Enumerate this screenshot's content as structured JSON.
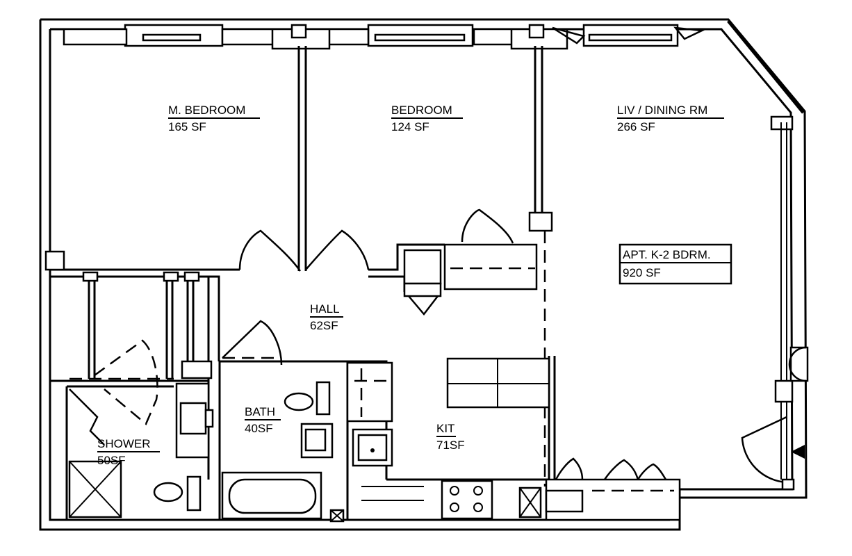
{
  "plan": {
    "rooms": [
      {
        "id": "master-bedroom",
        "name": "M. BEDROOM",
        "area": "165 SF"
      },
      {
        "id": "bedroom",
        "name": "BEDROOM",
        "area": "124 SF"
      },
      {
        "id": "living-dining",
        "name": "LIV / DINING RM",
        "area": "266 SF"
      },
      {
        "id": "hall",
        "name": "HALL",
        "area": "62SF"
      },
      {
        "id": "bath",
        "name": "BATH",
        "area": "40SF"
      },
      {
        "id": "kitchen",
        "name": "KIT",
        "area": "71SF"
      },
      {
        "id": "shower",
        "name": "SHOWER",
        "area": "50SF"
      }
    ],
    "unit_box": {
      "name": "APT. K-2 BDRM.",
      "area": "920 SF"
    }
  }
}
